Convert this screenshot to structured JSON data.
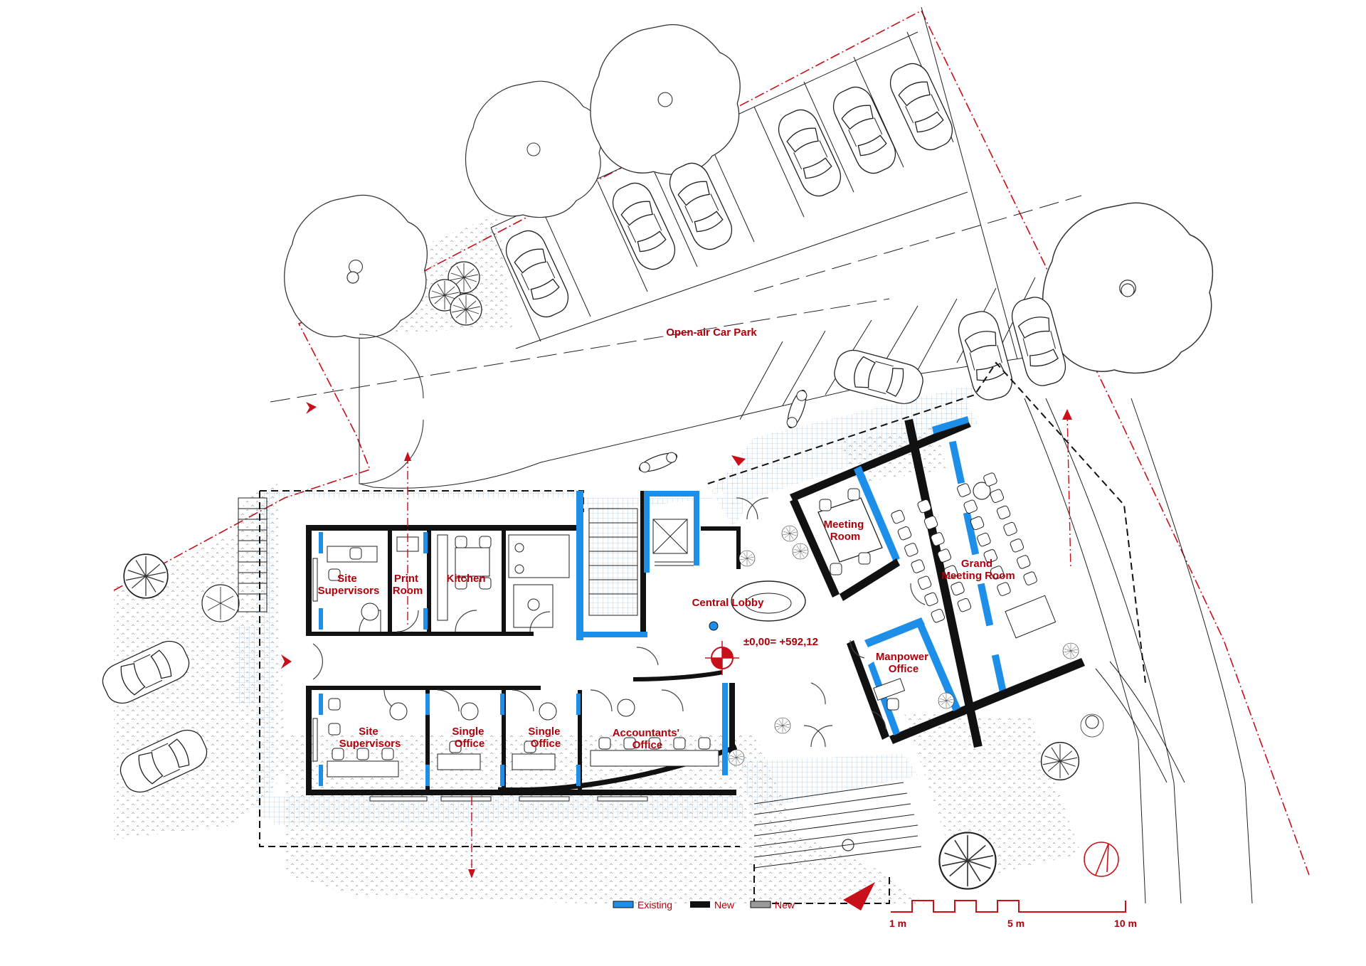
{
  "rooms": {
    "site_supervisors_north": [
      "Site",
      "Supervisors"
    ],
    "print_room": [
      "Print",
      "Room"
    ],
    "kitchen": "Kitchen",
    "site_supervisors_south": [
      "Site",
      "Supervisors"
    ],
    "single_office_1": [
      "Single",
      "Office"
    ],
    "single_office_2": [
      "Single",
      "Office"
    ],
    "accountants_office": [
      "Accountants'",
      "Office"
    ],
    "central_lobby": "Central Lobby",
    "meeting_room": [
      "Meeting",
      "Room"
    ],
    "grand_meeting_room": [
      "Grand",
      "Meeting Room"
    ],
    "manpower_office": [
      "Manpower",
      "Office"
    ],
    "car_park": "Open-air Car Park"
  },
  "elevation": "±0,00= +592,12",
  "legend": {
    "items": [
      {
        "label": "Existing",
        "color": "#1e8fe8"
      },
      {
        "label": "New",
        "color": "#111111"
      },
      {
        "label": "New",
        "color": "#9a9a9a"
      }
    ]
  },
  "scale_bar": {
    "labels": [
      "1 m",
      "5 m",
      "10 m"
    ]
  },
  "colors": {
    "annotation": "#b0000b",
    "existing_wall": "#1e8fe8",
    "new_wall": "#111111"
  },
  "icons": [
    "north-arrow-icon",
    "elevation-marker-icon",
    "entrance-arrow-icon",
    "tree-icon",
    "car-icon",
    "motorbike-icon"
  ]
}
